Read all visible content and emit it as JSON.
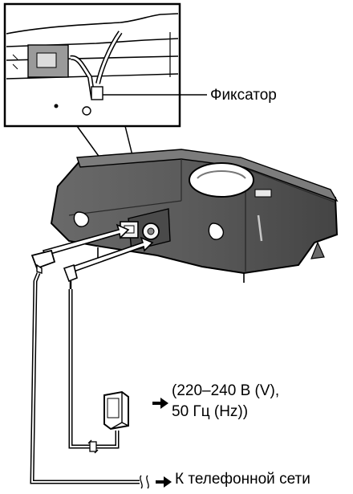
{
  "labels": {
    "latch": "Фиксатор",
    "power_line1": "(220–240 В (V),",
    "power_line2": "50 Гц (Hz))",
    "phone_line": "К телефонной сети"
  },
  "colors": {
    "base_dark": "#3a3a3a",
    "base_mid": "#5e5e5e",
    "base_light": "#8c8c8c",
    "outline": "#000000"
  }
}
